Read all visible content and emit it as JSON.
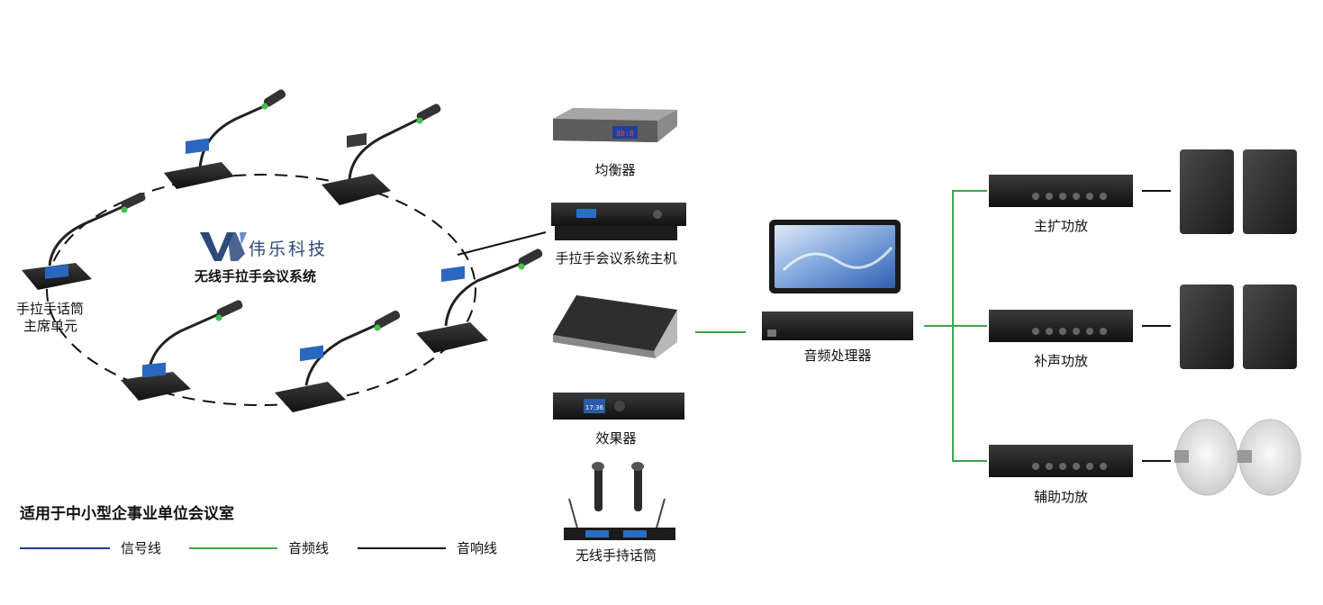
{
  "brand": {
    "name": "伟乐科技",
    "system_title": "无线手拉手会议系统"
  },
  "labels": {
    "chair_unit_line1": "手拉手话筒",
    "chair_unit_line2": "主席单元",
    "equalizer": "均衡器",
    "host": "手拉手会议系统主机",
    "mixer": "",
    "effects": "效果器",
    "wireless_mic": "无线手持话筒",
    "processor": "音频处理器",
    "main_amp": "主扩功放",
    "fill_amp": "补声功放",
    "aux_amp": "辅助功放"
  },
  "caption": "适用于中小型企事业单位会议室",
  "legend": [
    {
      "label": "信号线",
      "color": "#1f3f8f"
    },
    {
      "label": "音频线",
      "color": "#3aa64a"
    },
    {
      "label": "音响线",
      "color": "#111111"
    }
  ],
  "colors": {
    "audio_line": "#3aa64a",
    "speaker_line": "#111111",
    "brand": "#2c4a7a",
    "mic_ring": "#3ec24a"
  }
}
